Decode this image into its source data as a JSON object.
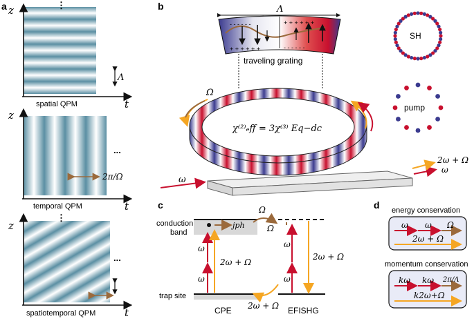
{
  "panels": {
    "a": "a",
    "b": "b",
    "c": "c",
    "d": "d"
  },
  "panel_a": {
    "axis_z": "z",
    "axis_t": "t",
    "ellipsis_v": "⋮",
    "ellipsis_h": "...",
    "spatial_label": "spatial QPM",
    "spatial_period": "Λ",
    "temporal_label": "temporal QPM",
    "temporal_period": "2π/Ω",
    "spatiotemporal_label": "spatiotemporal QPM"
  },
  "panel_b": {
    "grating_period": "Λ",
    "grating_caption": "traveling grating",
    "ring_velocity": "Ω",
    "chi_equation": "χ⁽²⁾ₑff = 3χ⁽³⁾ Eq−dc",
    "input_label": "ω",
    "output_label_1": "2ω + Ω",
    "output_label_2": "ω",
    "mode_sh": "SH",
    "mode_pump": "pump"
  },
  "panel_c": {
    "conduction_band": "conduction",
    "conduction_band_2": "band",
    "trap_site": "trap site",
    "j_ph": "jph",
    "omega": "ω",
    "Omega": "Ω",
    "two_omega_plus_Omega": "2ω + Ω",
    "cpe": "CPE",
    "efishg": "EFISHG"
  },
  "panel_d": {
    "energy_title": "energy conservation",
    "energy_row1": [
      "ω",
      "ω",
      "Ω"
    ],
    "energy_row2": "2ω + Ω",
    "momentum_title": "momentum conservation",
    "momentum_row1": [
      "kω",
      "kω",
      "2π/Λ"
    ],
    "momentum_row2": "k2ω+Ω"
  },
  "colors": {
    "stripe_dark": "#5b8fa3",
    "stripe_light": "#ffffff",
    "red": "#c8102e",
    "orange": "#f5a623",
    "brown": "#9b6a3c",
    "blue": "#3b3b8f",
    "box_fill": "#e9ebf7"
  }
}
